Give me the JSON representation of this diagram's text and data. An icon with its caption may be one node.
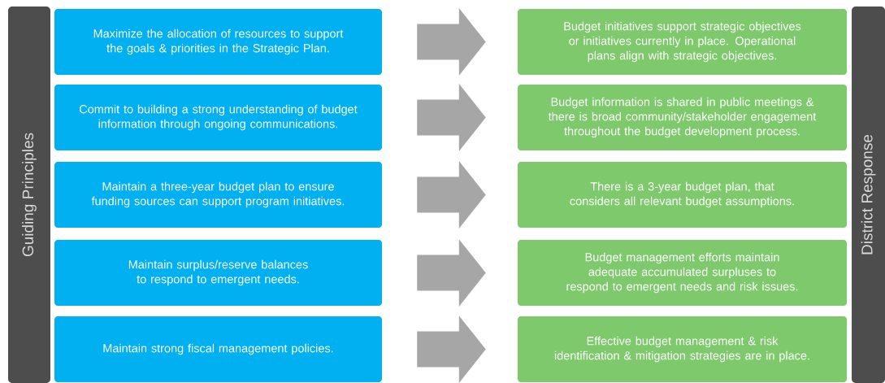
{
  "diagram": {
    "nodes": [
      {
        "text": [
          "Guiding Principles"
        ]
      },
      {
        "text": [
          "Maximize the allocation of resources to support the goals & priorities in the Strategic Plan."
        ]
      },
      {
        "text": [
          "Commit to building a strong understanding of budget information through ongoing communications."
        ]
      },
      {
        "text": [
          "Maintain a three-year budget plan to ensure funding sources can support program initiatives."
        ]
      },
      {
        "text": [
          "Maintain surplus/reserve balances to respond to emergent needs."
        ]
      },
      {
        "text": [
          "Maintain strong fiscal management policies."
        ]
      },
      {
        "text": [
          "Budget initiatives support strategic objectives or initiatives currently in place.  Operational plans align with strategic objectives."
        ]
      },
      {
        "text": [
          "Budget information is shared in public meetings & there is broad community/stakeholder engagement throughout the budget development process."
        ]
      },
      {
        "text": [
          "There is a 3-year budget plan, that considers all relevant budget assumptions."
        ]
      },
      {
        "text": [
          "Budget management efforts maintain adequate accumulated surpluses to respond to emergent needs and risk issues."
        ]
      },
      {
        "text": [
          "Effective budget management & risk identification & mitigation strategies are in place."
        ]
      },
      {
        "text": [
          "District Response"
        ]
      }
    ],
    "edges": [
      {
        "from": 1,
        "to": 6,
        "arrow": "to"
      },
      {
        "from": 2,
        "to": 7,
        "arrow": "to"
      },
      {
        "from": 3,
        "to": 8,
        "arrow": "to"
      },
      {
        "from": 4,
        "to": 9,
        "arrow": "to"
      },
      {
        "from": 5,
        "to": 10,
        "arrow": "to"
      }
    ]
  }
}
